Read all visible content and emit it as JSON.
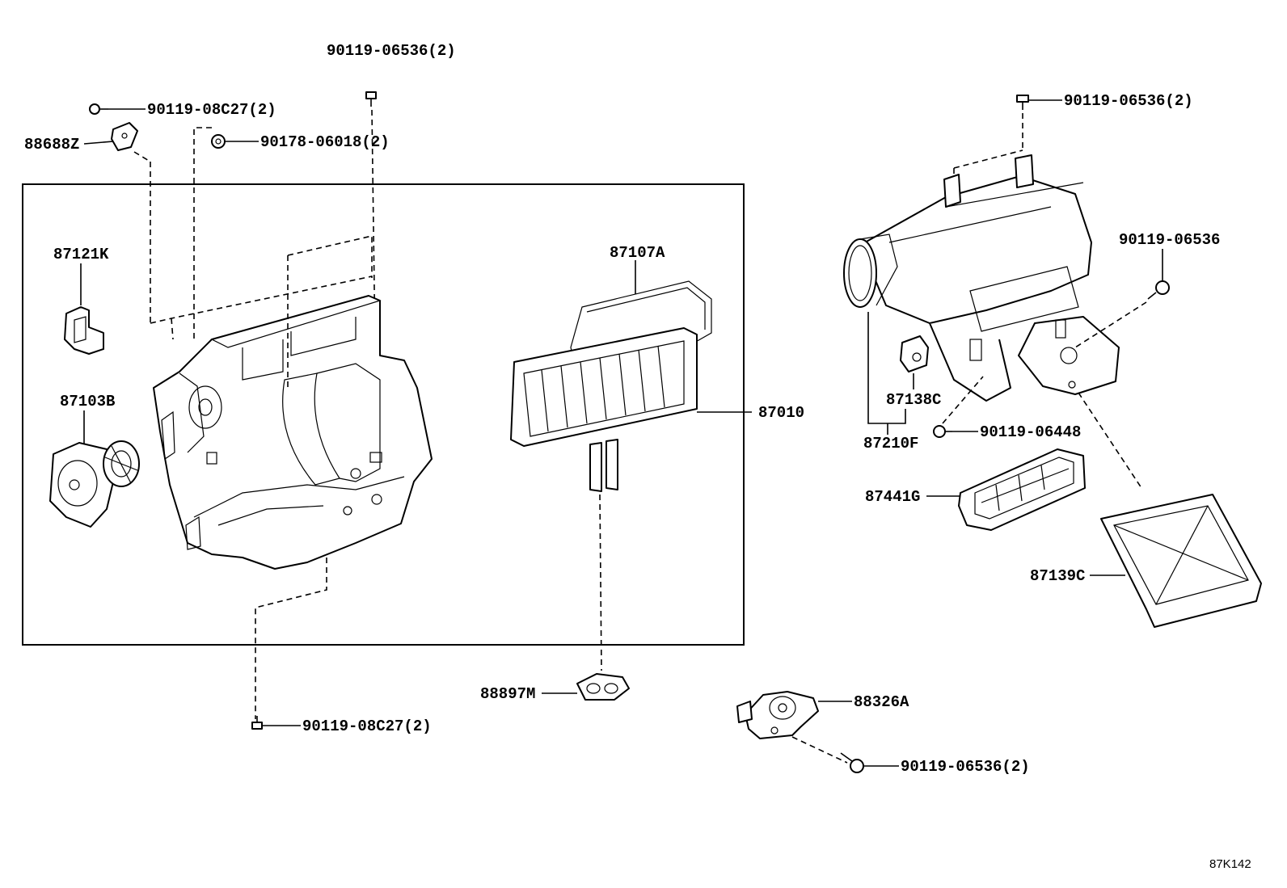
{
  "diagram_code": "87K142",
  "labels": {
    "l_90119_06536_top": "90119-06536(2)",
    "l_90119_08c27_top": "90119-08C27(2)",
    "l_88688z": "88688Z",
    "l_90178_06018": "90178-06018(2)",
    "l_87121k": "87121K",
    "l_87103b": "87103B",
    "l_87107a": "87107A",
    "l_87010": "87010",
    "l_88897m": "88897M",
    "l_90119_08c27_bottom": "90119-08C27(2)",
    "l_90119_06536_right_top": "90119-06536(2)",
    "l_90119_06536_right": "90119-06536",
    "l_87138c": "87138C",
    "l_87210f": "87210F",
    "l_90119_06448": "90119-06448",
    "l_87441g": "87441G",
    "l_87139c": "87139C",
    "l_88326a": "88326A",
    "l_90119_06536_bottom_right": "90119-06536(2)"
  }
}
